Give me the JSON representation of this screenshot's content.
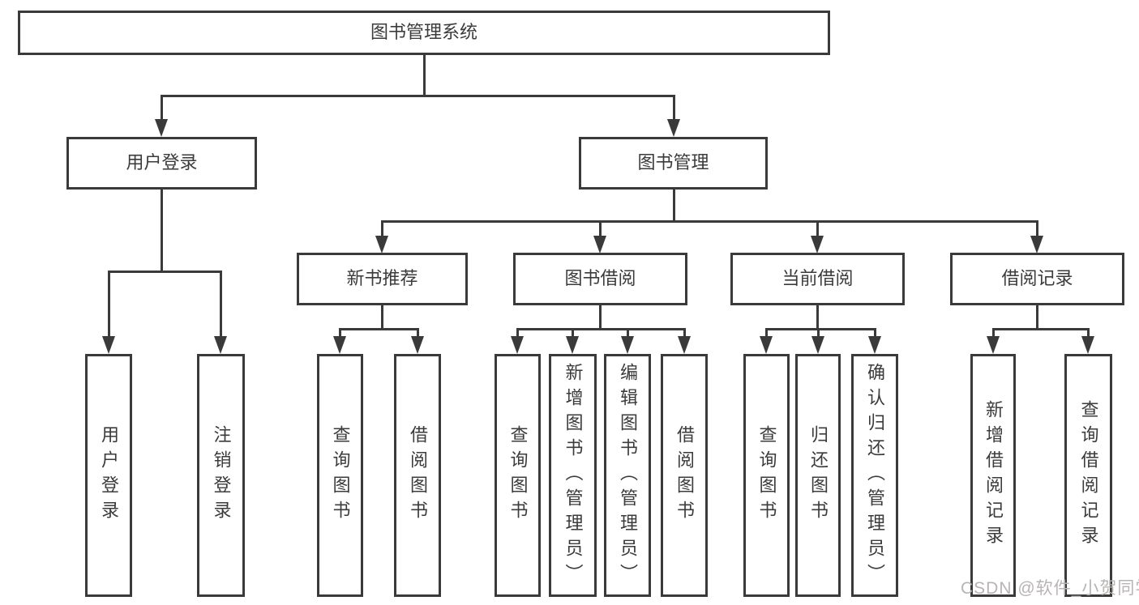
{
  "colors": {
    "line": "#3a3a3a",
    "text": "#3b3b3b",
    "background": "#ffffff",
    "watermark": "#b8b4b4"
  },
  "tree": {
    "root": {
      "label": "图书管理系统"
    },
    "level1": [
      {
        "label": "用户登录"
      },
      {
        "label": "图书管理"
      }
    ],
    "level2": [
      {
        "label": "新书推荐"
      },
      {
        "label": "图书借阅"
      },
      {
        "label": "当前借阅"
      },
      {
        "label": "借阅记录"
      }
    ],
    "leaves": {
      "user_login": [
        {
          "label": "用户登录"
        },
        {
          "label": "注销登录"
        }
      ],
      "new_book": [
        {
          "label": "查询图书"
        },
        {
          "label": "借阅图书"
        }
      ],
      "book_borrow": [
        {
          "label": "查询图书"
        },
        {
          "label": "新增图书（管理员）"
        },
        {
          "label": "编辑图书（管理员）"
        },
        {
          "label": "借阅图书"
        }
      ],
      "current_borrow": [
        {
          "label": "查询图书"
        },
        {
          "label": "归还图书"
        },
        {
          "label": "确认归还（管理员）"
        }
      ],
      "borrow_records": [
        {
          "label": "新增借阅记录"
        },
        {
          "label": "查询借阅记录"
        }
      ]
    }
  },
  "watermark": {
    "text": "CSDN @软件_小贺同学"
  }
}
